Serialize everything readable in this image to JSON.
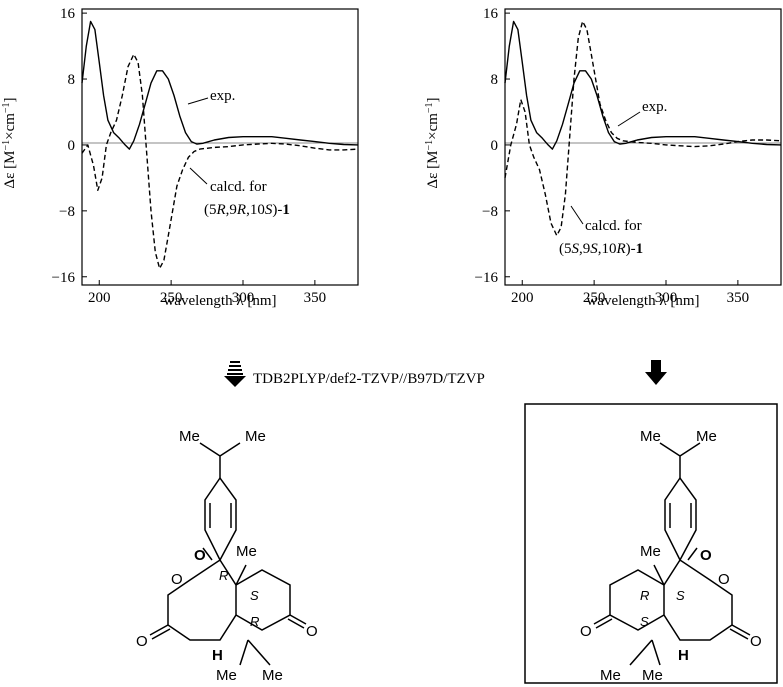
{
  "chart_data": [
    {
      "type": "line",
      "xlabel_prefix": "wavelength ",
      "xlabel_symbol": "λ",
      "xlabel_unit": " [nm]",
      "ylabel_symbol": "Δε",
      "ylabel_unit_text": "[M−1×cm−1]",
      "xlim": [
        188,
        380
      ],
      "ylim": [
        -17,
        16.5
      ],
      "x_ticks": [
        200,
        250,
        300,
        350
      ],
      "y_ticks": [
        16,
        8,
        0,
        -8,
        -16
      ],
      "y_tick_labels": [
        "16",
        "8",
        "0",
        "−8",
        "−16"
      ],
      "zero_line": true,
      "series": [
        {
          "name": "exp.",
          "style": "solid",
          "x": [
            188,
            191,
            194,
            197,
            200,
            203,
            206,
            210,
            214,
            218,
            221,
            224,
            228,
            232,
            236,
            240,
            244,
            248,
            252,
            256,
            260,
            264,
            268,
            272,
            280,
            290,
            300,
            310,
            320,
            330,
            340,
            350,
            360,
            370,
            380
          ],
          "y": [
            7.5,
            12,
            15,
            14,
            10,
            6,
            3,
            1.5,
            0.8,
            0,
            -0.5,
            0.5,
            2.5,
            5,
            7.5,
            9,
            9,
            8,
            6,
            3.5,
            1.5,
            0.4,
            0.1,
            0.2,
            0.6,
            0.9,
            1.0,
            1.0,
            1.0,
            0.8,
            0.6,
            0.4,
            0.2,
            0.05,
            0
          ]
        },
        {
          "name": "calcd. for (5R,9R,10S)-1",
          "style": "dashed",
          "x": [
            188,
            192,
            196,
            199,
            202,
            205,
            208,
            212,
            216,
            220,
            224,
            227,
            230,
            233,
            236,
            239,
            242,
            245,
            248,
            251,
            254,
            258,
            262,
            266,
            270,
            280,
            290,
            300,
            310,
            320,
            330,
            340,
            350,
            360,
            370,
            380
          ],
          "y": [
            -1,
            0,
            -2.5,
            -5.5,
            -4,
            0,
            1.5,
            3,
            6,
            9.5,
            11,
            10,
            6,
            -1,
            -8,
            -13,
            -15,
            -14,
            -11,
            -8,
            -5,
            -3,
            -1.5,
            -0.8,
            -0.5,
            -0.3,
            -0.2,
            0,
            0.1,
            0.2,
            0.1,
            -0.1,
            -0.4,
            -0.6,
            -0.6,
            -0.5
          ]
        }
      ],
      "annotations": [
        {
          "text": "exp."
        },
        {
          "line1": "calcd. for",
          "line2_open": "(5",
          "c1": "R",
          "c2": ",9",
          "c3": "R",
          "c4": ",10",
          "c5": "S",
          "c6": ")-",
          "compound": "1"
        }
      ]
    },
    {
      "type": "line",
      "xlabel_prefix": "wavelength ",
      "xlabel_symbol": "λ",
      "xlabel_unit": " [nm]",
      "ylabel_symbol": "Δε",
      "ylabel_unit_text": "[M−1×cm−1]",
      "xlim": [
        188,
        380
      ],
      "ylim": [
        -17,
        16.5
      ],
      "x_ticks": [
        200,
        250,
        300,
        350
      ],
      "y_ticks": [
        16,
        8,
        0,
        -8,
        -16
      ],
      "y_tick_labels": [
        "16",
        "8",
        "0",
        "−8",
        "−16"
      ],
      "zero_line": true,
      "series": [
        {
          "name": "exp.",
          "style": "solid",
          "x": [
            188,
            191,
            194,
            197,
            200,
            203,
            206,
            210,
            214,
            218,
            221,
            224,
            228,
            232,
            236,
            240,
            244,
            248,
            252,
            256,
            260,
            264,
            268,
            272,
            280,
            290,
            300,
            310,
            320,
            330,
            340,
            350,
            360,
            370,
            380
          ],
          "y": [
            7.5,
            12,
            15,
            14,
            10,
            6,
            3,
            1.5,
            0.8,
            0,
            -0.5,
            0.5,
            2.5,
            5,
            7.5,
            9,
            9,
            8,
            6,
            3.5,
            1.5,
            0.4,
            0.1,
            0.2,
            0.6,
            0.9,
            1.0,
            1.0,
            1.0,
            0.8,
            0.6,
            0.4,
            0.2,
            0.05,
            0
          ]
        },
        {
          "name": "calcd. for (5S,9S,10R)-1",
          "style": "dashed",
          "x": [
            188,
            192,
            196,
            199,
            202,
            205,
            208,
            212,
            216,
            220,
            224,
            227,
            230,
            233,
            236,
            239,
            242,
            245,
            248,
            251,
            254,
            258,
            262,
            266,
            270,
            280,
            290,
            300,
            310,
            320,
            330,
            340,
            350,
            360,
            370,
            380
          ],
          "y": [
            -4,
            0,
            2.5,
            5.5,
            4,
            0,
            -1.5,
            -3,
            -6,
            -9.5,
            -11,
            -10,
            -6,
            1,
            8,
            13,
            15,
            14,
            11,
            8,
            5,
            3,
            1.5,
            0.8,
            0.5,
            0.3,
            0.2,
            0,
            -0.1,
            -0.2,
            -0.1,
            0.1,
            0.4,
            0.6,
            0.6,
            0.5
          ]
        }
      ],
      "annotations": [
        {
          "text": "exp."
        },
        {
          "line1": "calcd. for",
          "line2_open": "(5",
          "c1": "S",
          "c2": ",9",
          "c3": "S",
          "c4": ",10",
          "c5": "R",
          "c6": ")-",
          "compound": "1"
        }
      ]
    }
  ],
  "method_text": "TDB2PLYP/def2-TZVP//B97D/TZVP",
  "structures": [
    {
      "substituents": {
        "me1": "Me",
        "me2": "Me",
        "me3": "Me",
        "me4": "Me",
        "me5": "Me",
        "h": "H",
        "o_ether": "O",
        "o_ketone": "O",
        "o_lactone": "O",
        "o_bridge": "O"
      },
      "stereo_labels": [
        "R",
        "S",
        "R"
      ]
    },
    {
      "substituents": {
        "me1": "Me",
        "me2": "Me",
        "me3": "Me",
        "me4": "Me",
        "me5": "Me",
        "h": "H",
        "o_ether": "O",
        "o_ketone": "O",
        "o_lactone": "O",
        "o_bridge": "O"
      },
      "stereo_labels": [
        "R",
        "S",
        "S"
      ]
    }
  ]
}
